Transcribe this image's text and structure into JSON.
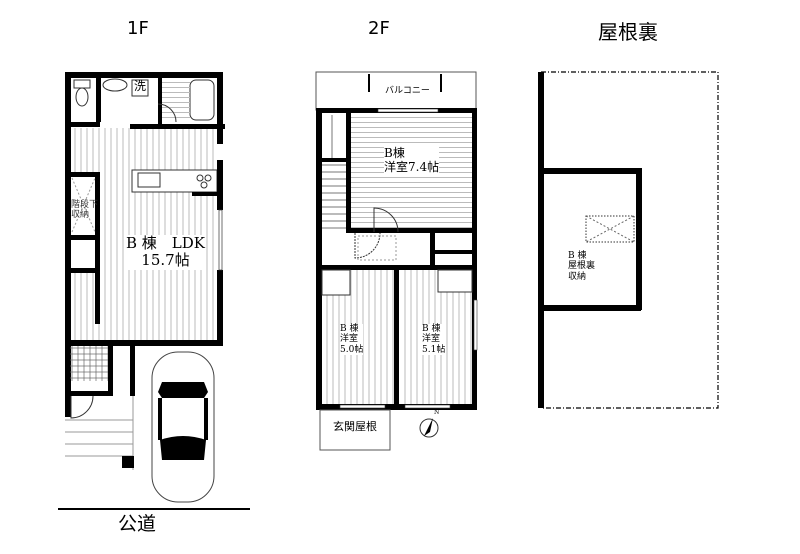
{
  "titles": {
    "floor1": "1F",
    "floor2": "2F",
    "attic": "屋根裏"
  },
  "floor1": {
    "wash_label": "洗",
    "storage_label_line1": "階段下",
    "storage_label_line2": "収納",
    "ldk_line1": "B 棟　LDK",
    "ldk_line2": "15.7帖"
  },
  "floor2": {
    "balcony_label": "バルコニー",
    "room_a_line1": "B棟",
    "room_a_line2": "洋室7.4帖",
    "room_b_line1": "B 棟",
    "room_b_line2": "洋室",
    "room_b_line3": "5.0帖",
    "room_c_line1": "B 棟",
    "room_c_line2": "洋室",
    "room_c_line3": "5.1帖",
    "entrance_roof_label": "玄関屋根",
    "north_marker": "N"
  },
  "attic": {
    "line1": "B 棟",
    "line2": "屋根裏",
    "line3": "収納"
  },
  "road_label": "公道",
  "colors": {
    "wall": "#000000",
    "line": "#333333",
    "floor_hatch": "#bbbbbb",
    "background": "#ffffff"
  }
}
